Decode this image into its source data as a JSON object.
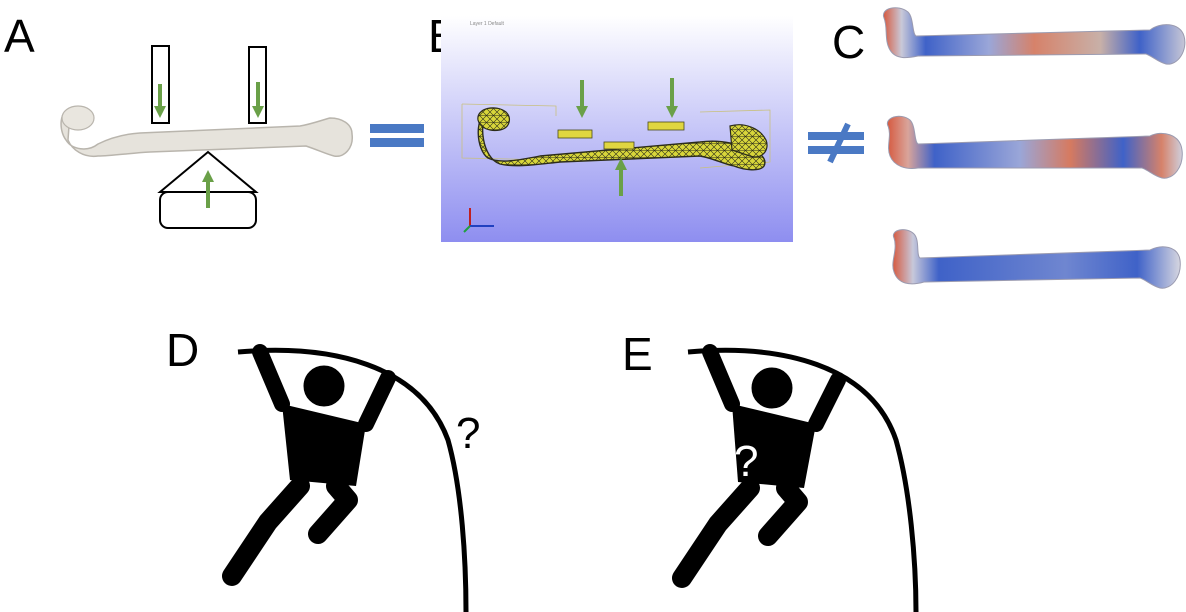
{
  "labels": {
    "a": "A",
    "b": "B",
    "c": "C",
    "d": "D",
    "e": "E"
  },
  "symbols": {
    "equals": "=",
    "not_equals": "≠",
    "question_d": "?",
    "question_e": "?"
  },
  "viewport_caption": "Layer 1 Default",
  "colors": {
    "bone": "#e6e3dc",
    "bone_outline": "#b9b5ad",
    "load_arrow": "#6aa048",
    "relation_symbol": "#4a79c4",
    "mesh_fill": "#d8d63a",
    "mesh_line": "#2c2c1a",
    "viewport_top": "#ffffff",
    "viewport_bottom": "#8e8ef0",
    "stress_low": "#3f62c8",
    "stress_high": "#d65a40",
    "figure": "#000000"
  }
}
